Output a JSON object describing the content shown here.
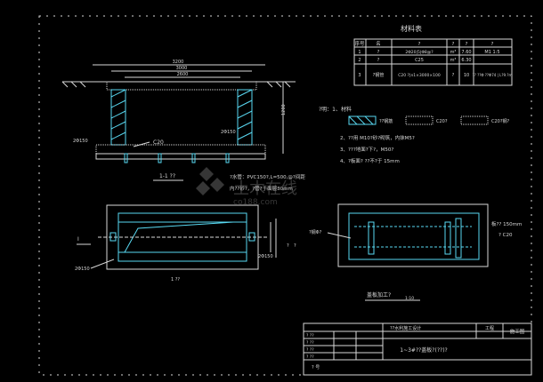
{
  "materials_table": {
    "title": "材料表",
    "headers": [
      "序号",
      "名",
      "?",
      "?",
      "?",
      "?"
    ],
    "rows": [
      {
        "no": "1",
        "a": "?",
        "b": "2Φ20|5|Φ8@?",
        "c": "m³",
        "d": "7.60",
        "e": "M1 1:5"
      },
      {
        "no": "2",
        "a": "?",
        "b": "C25",
        "c": "m³",
        "d": "6.30",
        "e": ""
      },
      {
        "no": "3",
        "a": "?钢管",
        "b": "C20 ?|n1×3000×100",
        "c": "?",
        "d": "10",
        "e": "?? ??Φ ??Φ74 | L?9.?m"
      }
    ]
  },
  "legend": {
    "note_label": "?明：1、材料",
    "item1": "??钢筋",
    "item2": "C20?",
    "item3": "C20?钢?",
    "note2": "2、??用 M10?砂?砌筑，内抹M5? ",
    "note3": "3、???地面?下?，M50?",
    "note4": "4、?板面? ??不?于 15mm"
  },
  "section": {
    "caption": "1-1 ??",
    "dim_top_outer": "3200",
    "dim_top_mid": "3000",
    "dim_top_inner": "2600",
    "dim_right": "1200",
    "label_c20": "C20",
    "label_2phi50": "2Φ150",
    "label_2phi50b": "2Φ150",
    "note_line1": "?水管：PVC150?,L=500,@?间距",
    "note_line2": "内??砂?，?管?于面层30mm"
  },
  "plan": {
    "caption": "1  ??",
    "label_i": "I",
    "label_2phi50": "2Φ150",
    "label_right": "2Φ150",
    "dim_right_a": "?",
    "dim_right_b": "?"
  },
  "slab": {
    "label_left": "?钢Φ?",
    "label_right1": "板?? 150mm",
    "label_right2": "? C20",
    "caption": "盖板加工?",
    "caption_scale": "1:10"
  },
  "title_block": {
    "company": "??水利施工设计",
    "project": "工程",
    "stage": "施工图",
    "drawing_title": "1~3#??盖板?(??)?",
    "rows": [
      "? ??",
      "? ??",
      "? ??",
      "? ??"
    ],
    "sheet_no": "? 号"
  },
  "watermark": {
    "text": "土木在线",
    "url": "co188.com"
  }
}
